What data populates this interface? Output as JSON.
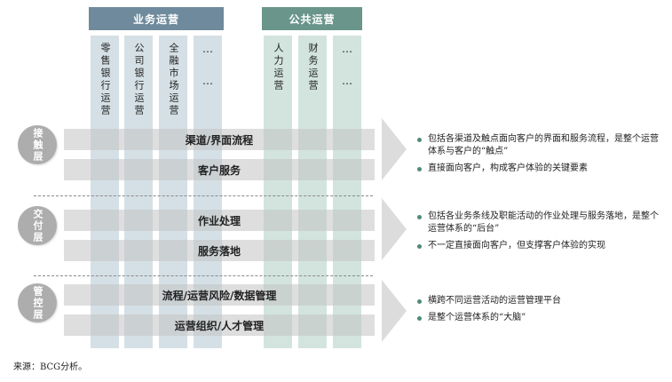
{
  "headers": {
    "business_ops": "业务运营",
    "public_ops": "公共运营"
  },
  "business_columns": [
    "零售银行运营",
    "公司银行运营",
    "全融市场运营",
    "…"
  ],
  "public_columns": [
    "人力运营",
    "财务运营",
    "…"
  ],
  "ellipsis": "…",
  "layers": [
    {
      "name": "接触层",
      "bands": [
        "渠道/界面流程",
        "客户服务"
      ],
      "bullets": [
        "包括各渠道及触点面向客户的界面和服务流程，是整个运营体系与客户的“触点”",
        "直接面向客户，构成客户体验的关键要素"
      ]
    },
    {
      "name": "交付层",
      "bands": [
        "作业处理",
        "服务落地"
      ],
      "bullets": [
        "包括各业务条线及职能活动的作业处理与服务落地，是整个运营体系的“后台”",
        "不一定直接面向客户，但支撑客户体验的实现"
      ]
    },
    {
      "name": "管控层",
      "bands": [
        "流程/运营风险/数据管理",
        "运营组织/人才管理"
      ],
      "bullets": [
        "横跨不同运营活动的运营管理平台",
        "是整个运营体系的“大脑”"
      ]
    }
  ],
  "source": "来源：BCG分析。",
  "colors": {
    "business_header": "#6f8a9c",
    "public_header": "#69958a",
    "business_column": "#d5e0e6",
    "public_column": "#d2e4dd",
    "band": "#c3c3c3",
    "layer_circle": "#adadad",
    "bullet": "#4f8c73"
  }
}
